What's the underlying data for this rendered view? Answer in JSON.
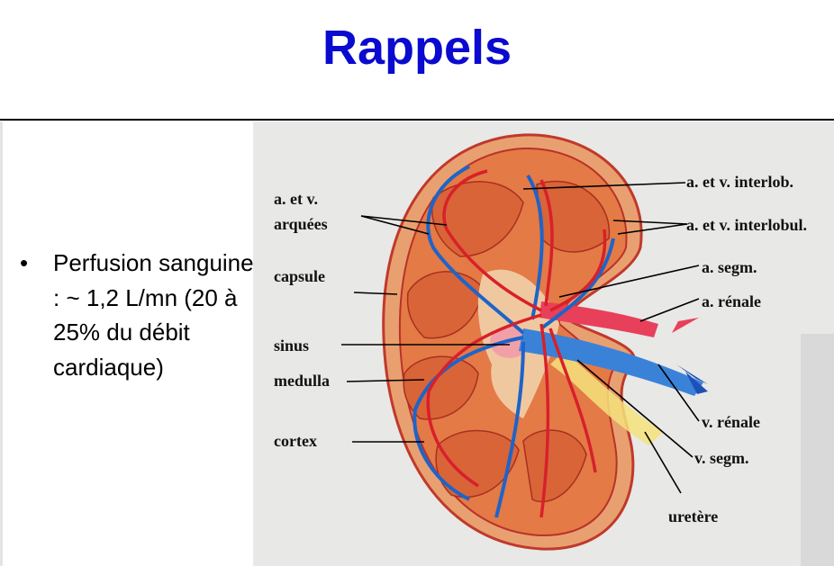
{
  "slide": {
    "title": "Rappels",
    "bullet_marker": "•",
    "bullet_text": "Perfusion sanguine : ~ 1,2 L/mn (20 à 25% du débit cardiaque)"
  },
  "figure": {
    "labels": {
      "arquees_1": "a. et v.",
      "arquees_2": "arquées",
      "capsule": "capsule",
      "sinus": "sinus",
      "medulla": "medulla",
      "cortex": "cortex",
      "interlob": "a. et v. interlob.",
      "interlobul": "a. et v. interlobul.",
      "a_segm": "a. segm.",
      "a_renale": "a. rénale",
      "v_renale": "v. rénale",
      "v_segm": "v. segm.",
      "uretere": "uretère"
    },
    "colors": {
      "artery": "#d8202a",
      "vein": "#1e64c8",
      "tissue": "#e8804a",
      "title": "#0a0ad0"
    }
  }
}
